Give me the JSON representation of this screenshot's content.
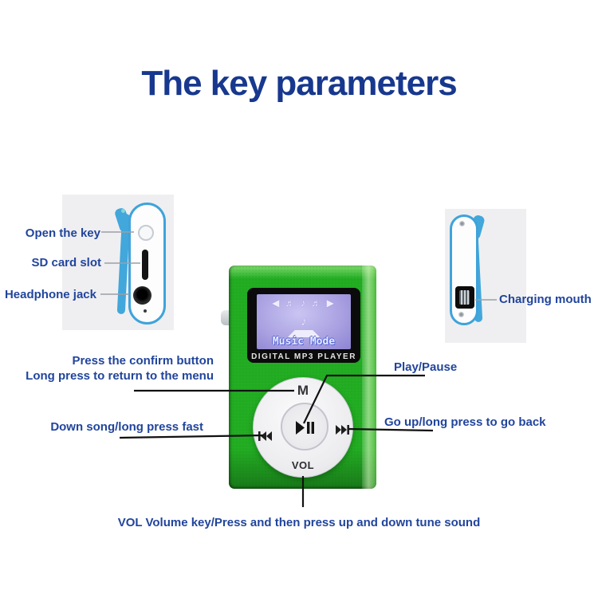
{
  "page": {
    "title": "The key parameters"
  },
  "colors": {
    "title_navy": "#17388e",
    "label_navy": "#21459c",
    "player_green": "#23ad23",
    "device_blue": "#3fa3da",
    "panel_gray": "#efeff1",
    "lcd_lavender": "#aba3e2",
    "annotation_line": "#111111",
    "pointer_line": "#9aa0a6"
  },
  "side_left": {
    "labels": [
      "Open the key",
      "SD card slot",
      "Headphone jack"
    ]
  },
  "side_right": {
    "label": "Charging mouth"
  },
  "player": {
    "screen": {
      "icon_row": "◀ ♬ ♪ ♬ ▶",
      "center_note": "♪",
      "mode_text": "Music Mode",
      "brand_text": "DIGITAL MP3 PLAYER"
    },
    "pad": {
      "menu": "M",
      "volume": "VOL"
    },
    "icons": {
      "prev": "prev-track-icon",
      "next": "next-track-icon",
      "play_pause": "play-pause-icon"
    }
  },
  "annotations": {
    "confirm_l1": "Press the confirm button",
    "confirm_l2": "Long press to return to the menu",
    "down_song": "Down song/long press fast",
    "play_pause": "Play/Pause",
    "go_up": "Go up/long press to go back",
    "volume": "VOL Volume key/Press and then press up and down tune sound"
  }
}
